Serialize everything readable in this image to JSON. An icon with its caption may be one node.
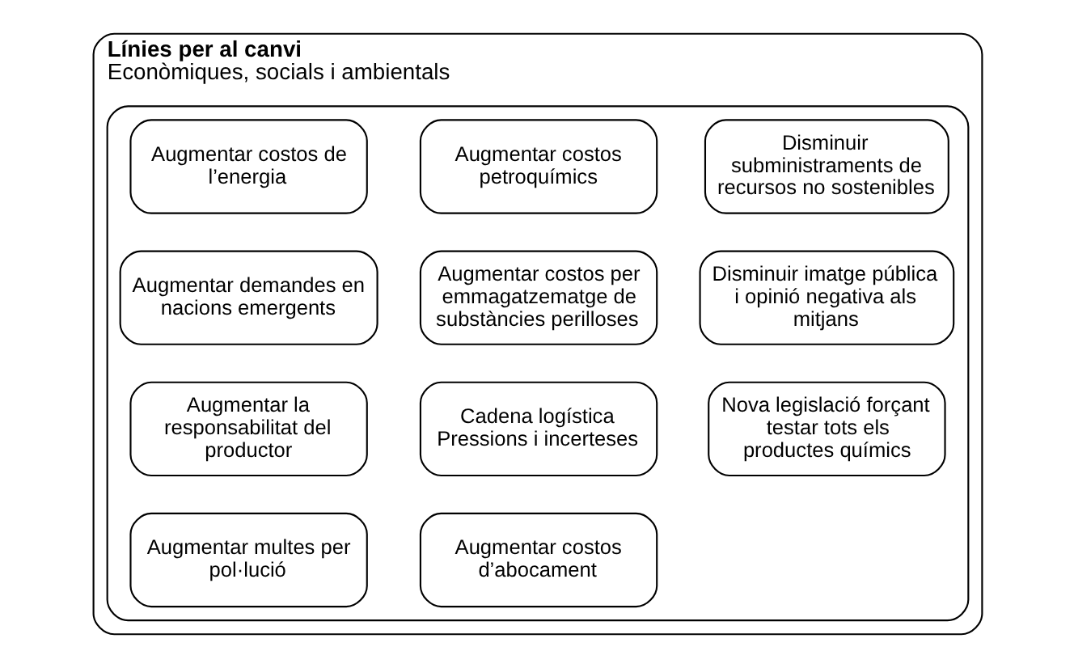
{
  "diagram": {
    "nodes": [
      {
        "text": [
          "Línies per al canvi",
          "Econòmiques, socials i ambientals"
        ]
      },
      {
        "text": [],
        "shape": "box",
        "in": 0
      },
      {
        "text": [
          "Augmentar costos de l’energia"
        ],
        "in": 1
      },
      {
        "text": [
          "Augmentar costos petroquímics"
        ],
        "in": 1
      },
      {
        "text": [
          "Disminuir subministraments de recursos no sostenibles"
        ],
        "in": 1
      },
      {
        "text": [
          "Augmentar demandes en nacions emergents"
        ],
        "in": 1
      },
      {
        "text": [
          "Augmentar costos per emmagatzematge de substàncies perilloses"
        ],
        "in": 1
      },
      {
        "text": [
          "Disminuir imatge pública i opinió negativa als mitjans"
        ],
        "in": 1
      },
      {
        "text": [
          "Augmentar la responsabilitat del productor"
        ],
        "in": 1
      },
      {
        "text": [
          "Cadena logística Pressions i incerteses"
        ],
        "in": 1
      },
      {
        "text": [
          "Nova legislació forçant testar tots els productes químics"
        ],
        "in": 1
      },
      {
        "text": [
          "Augmentar multes per pol·lució"
        ],
        "in": 1
      },
      {
        "text": [
          "Augmentar costos d’abocament"
        ],
        "in": 1
      }
    ]
  }
}
